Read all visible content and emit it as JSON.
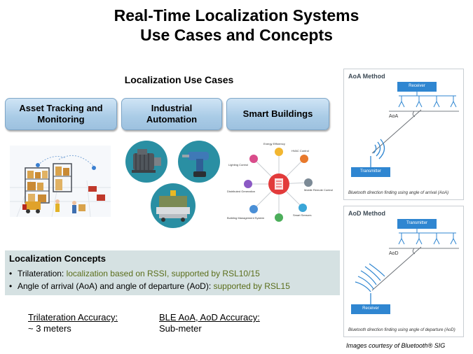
{
  "title": {
    "line1": "Real-Time Localization Systems",
    "line2": "Use Cases and Concepts"
  },
  "use_cases": {
    "heading": "Localization Use Cases",
    "items": [
      {
        "line1": "Asset Tracking and",
        "line2": "Monitoring"
      },
      {
        "line1": "Industrial",
        "line2": "Automation"
      },
      {
        "line1": "Smart Buildings",
        "line2": ""
      }
    ]
  },
  "smart_building_labels": {
    "center": "",
    "nodes": [
      "Energy Efficiency",
      "HVAC Control",
      "Mobile Remote Control",
      "Smart Sensors",
      "Building Management System",
      "Distributed Generation",
      "Lighting Control"
    ]
  },
  "concepts": {
    "heading": "Localization Concepts",
    "items": [
      {
        "term": "Trilateration: ",
        "detail": "localization based on RSSI, supported by RSL10/15"
      },
      {
        "term": "Angle of arrival (AoA) and angle of departure (AoD): ",
        "detail": "supported by RSL15"
      }
    ]
  },
  "accuracy": {
    "trilateration_label": "Trilateration Accuracy:",
    "trilateration_value": "~ 3 meters",
    "ble_label": "BLE AoA, AoD Accuracy:",
    "ble_value": "Sub-meter"
  },
  "aoa_panel": {
    "title": "AoA Method",
    "receiver": "Receiver",
    "angle": "AoA",
    "transmitter": "Transmitter",
    "caption": "Bluetooth direction finding using angle of arrival (AoA)"
  },
  "aod_panel": {
    "title": "AoD Method",
    "transmitter": "Transmitter",
    "angle": "AoD",
    "receiver": "Receiver",
    "caption": "Bluetooth direction finding using angle of departure (AoD)"
  },
  "courtesy": "Images courtesy of Bluetooth® SIG",
  "colors": {
    "button_blue": "#a9cbe6",
    "concepts_bg": "#d5e1e2",
    "highlight_text": "#5b6e1b",
    "diagram_blue": "#2f86d1"
  }
}
